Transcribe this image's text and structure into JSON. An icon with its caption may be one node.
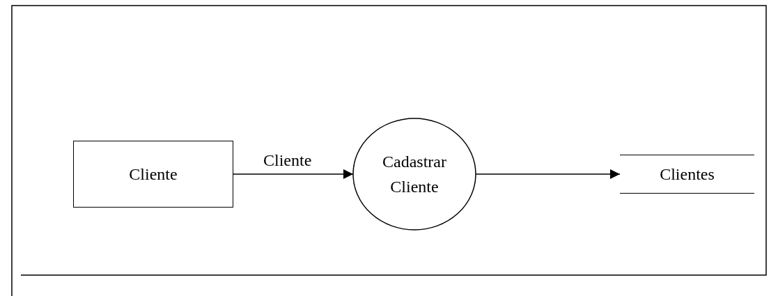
{
  "diagram": {
    "nodes": [
      {
        "text": [
          "Cliente"
        ]
      },
      {
        "text": [
          "Cadastrar Cliente"
        ]
      },
      {
        "text": [
          "Clientes"
        ]
      }
    ],
    "edges": [
      {
        "from": 0,
        "to": 1,
        "arrow": "to",
        "label": "Cliente"
      },
      {
        "from": 1,
        "to": 2,
        "arrow": "to"
      }
    ]
  }
}
